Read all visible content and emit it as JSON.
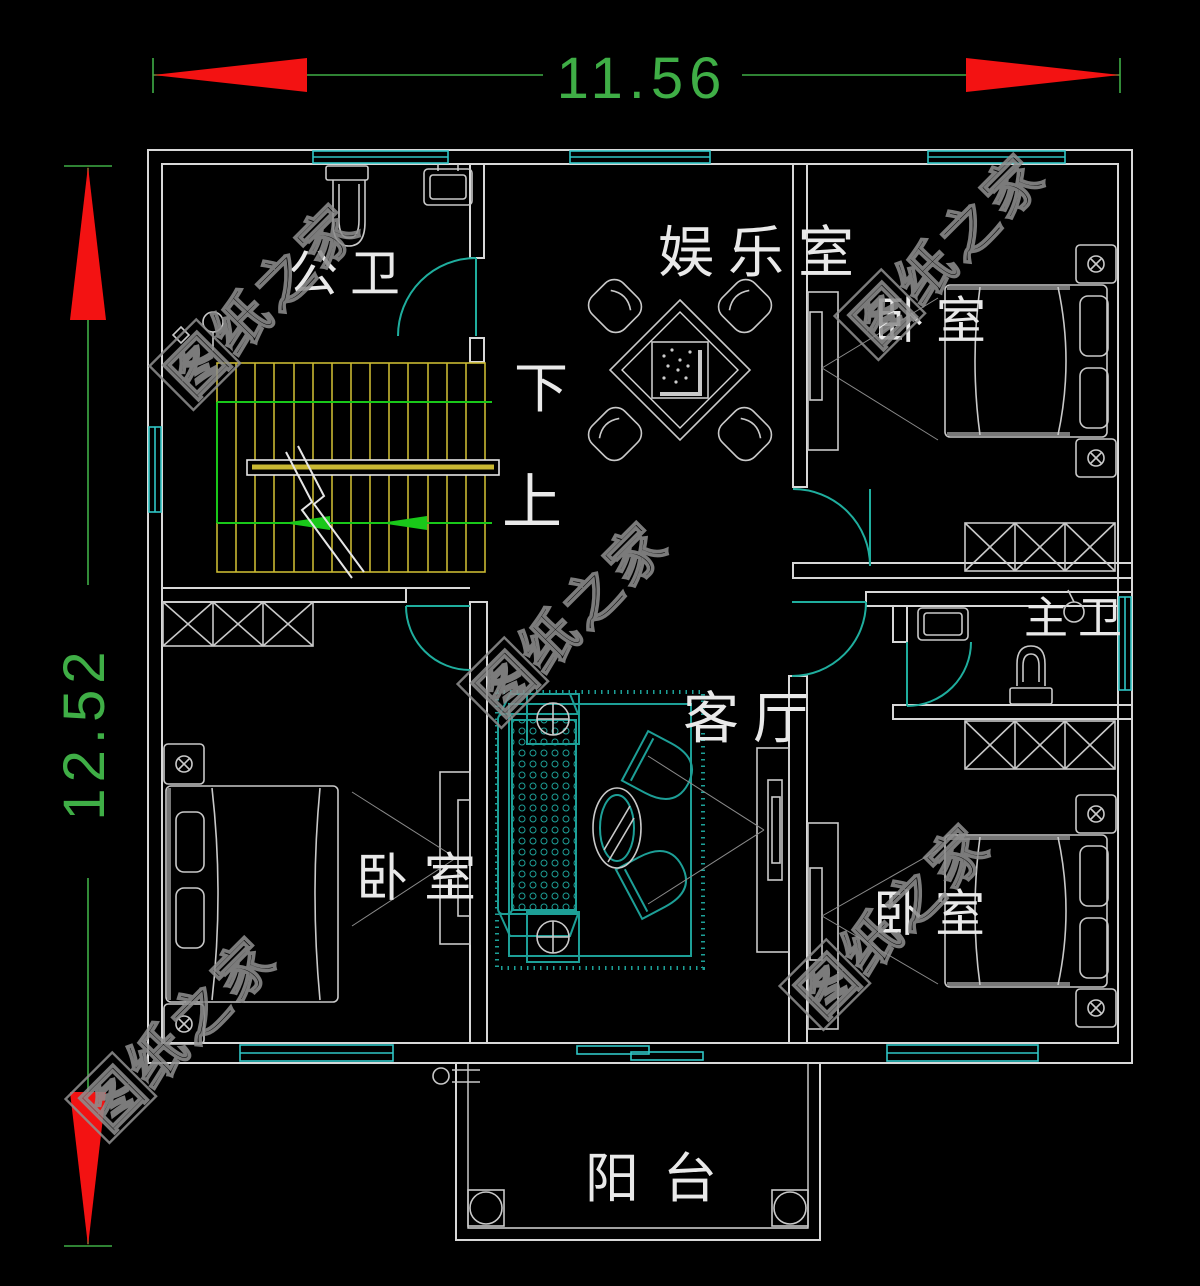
{
  "plan": {
    "dimension_width": "11.56",
    "dimension_height": "12.52",
    "rooms": {
      "entertainment": "娱乐室",
      "public_bath": "公卫",
      "stair_down": "下",
      "stair_up": "上",
      "bedroom_top_right": "卧室",
      "living_room": "客厅",
      "master_bath": "主卫",
      "bedroom_bottom_left": "卧室",
      "bedroom_bottom_right": "卧室",
      "balcony": "阳台"
    }
  },
  "watermark": {
    "text": "图纸之家"
  },
  "colors": {
    "wall": "#d8d8d8",
    "window": "#2fc6c6",
    "door": "#1fae9e",
    "stair": "#c9b832",
    "stairline": "#19c819",
    "dim": "#3fae46",
    "arrow": "#f31212",
    "furniture": "#c9c9c9",
    "sofa": "#1d9f97",
    "watermark": "#8d8d8d",
    "label": "#e9e9e9"
  }
}
